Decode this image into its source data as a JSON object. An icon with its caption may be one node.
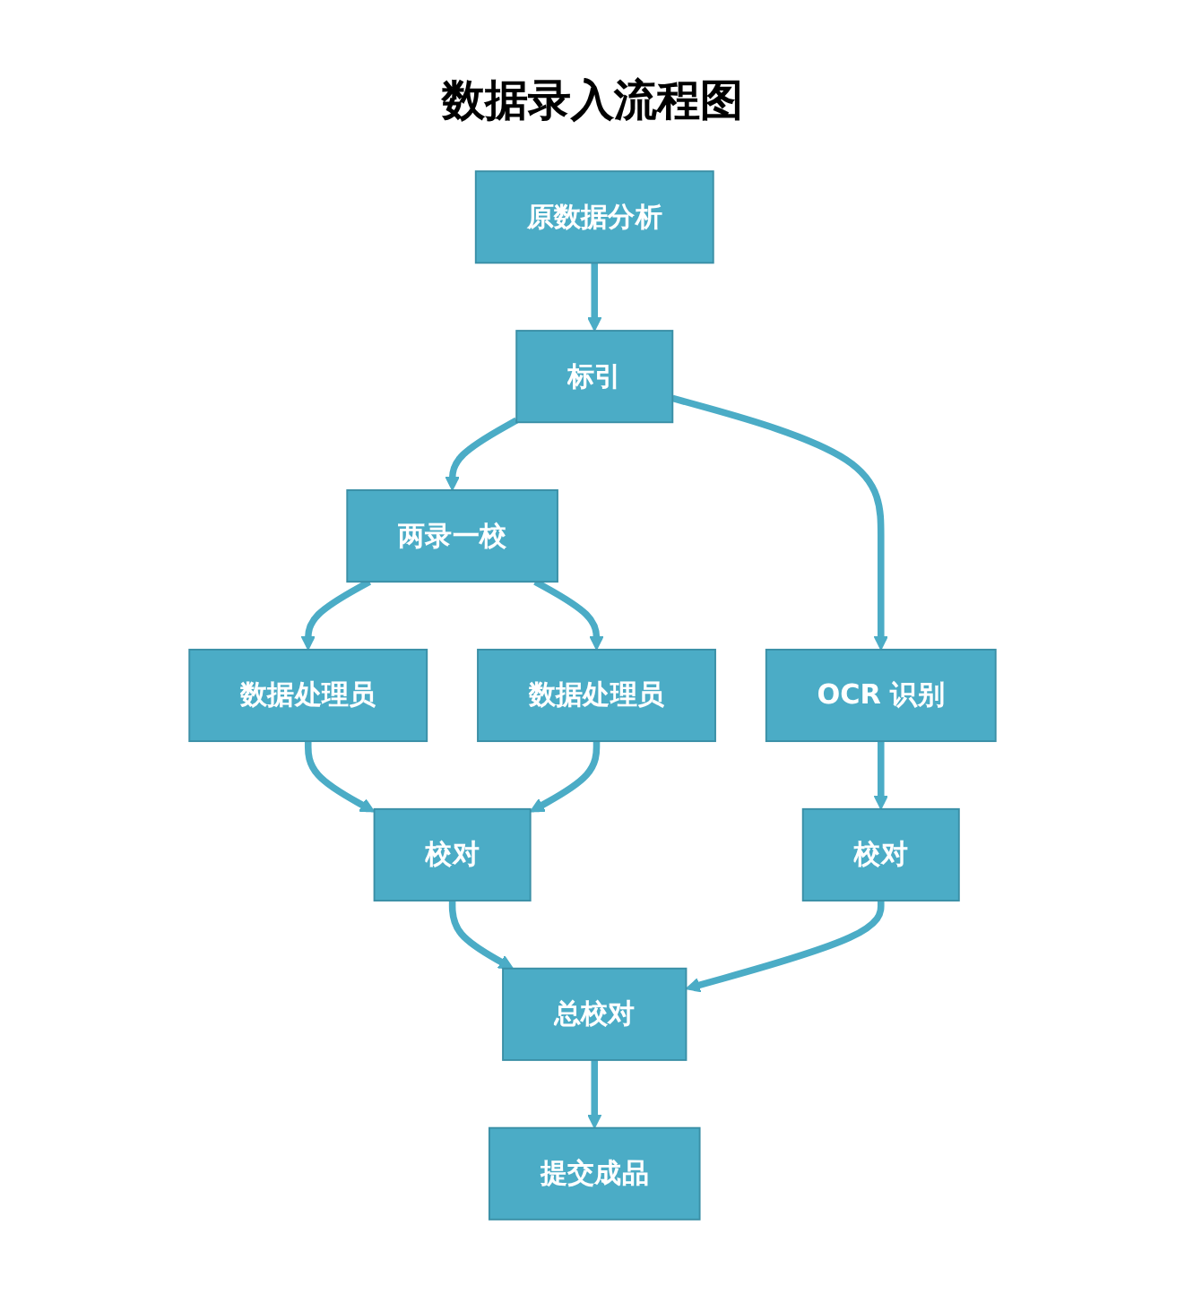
{
  "diagram": {
    "title": "数据录入流程图",
    "nodes": [
      {
        "text": [
          "原数据分析"
        ]
      },
      {
        "text": [
          "标引"
        ]
      },
      {
        "text": [
          "两录一校"
        ]
      },
      {
        "text": [
          "OCR 识别"
        ]
      },
      {
        "text": [
          "数据处理员"
        ]
      },
      {
        "text": [
          "数据处理员"
        ]
      },
      {
        "text": [
          "校对"
        ]
      },
      {
        "text": [
          "校对"
        ]
      },
      {
        "text": [
          "总校对"
        ]
      },
      {
        "text": [
          "提交成品"
        ]
      }
    ],
    "edges": [
      {
        "from": 0,
        "to": 1,
        "arrow": "to"
      },
      {
        "from": 1,
        "to": 2,
        "arrow": "to"
      },
      {
        "from": 1,
        "to": 3,
        "arrow": "to"
      },
      {
        "from": 2,
        "to": 4,
        "arrow": "to"
      },
      {
        "from": 2,
        "to": 5,
        "arrow": "to"
      },
      {
        "from": 3,
        "to": 7,
        "arrow": "to"
      },
      {
        "from": 4,
        "to": 6,
        "arrow": "to"
      },
      {
        "from": 5,
        "to": 6,
        "arrow": "to"
      },
      {
        "from": 6,
        "to": 8,
        "arrow": "to"
      },
      {
        "from": 7,
        "to": 8,
        "arrow": "to"
      },
      {
        "from": 8,
        "to": 9,
        "arrow": "to"
      }
    ]
  }
}
